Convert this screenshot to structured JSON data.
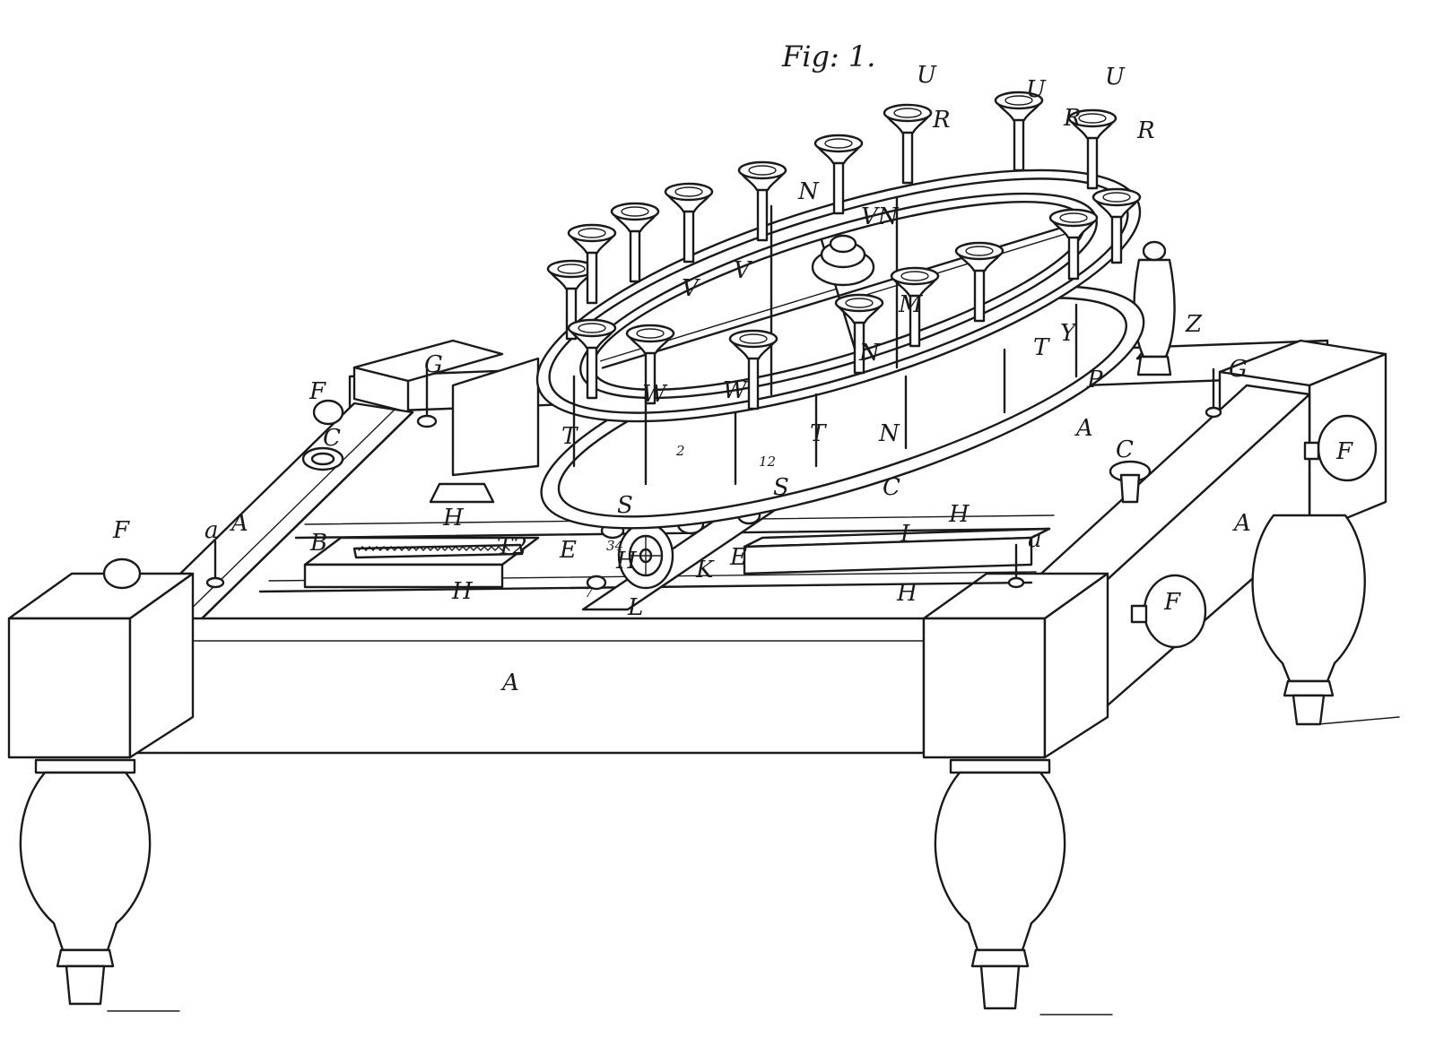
{
  "figure": {
    "title": "Fig: 1."
  },
  "labels": {
    "A": "A",
    "B": "B",
    "C": "C",
    "E": "E",
    "F": "F",
    "G": "G",
    "H": "H",
    "I": "I",
    "K": "K",
    "L": "L",
    "M": "M",
    "N": "N",
    "P": "P",
    "R": "R",
    "S": "S",
    "T": "T",
    "U": "U",
    "V": "V",
    "W": "W",
    "Y": "Y",
    "Z": "Z",
    "a": "a",
    "VN": "VN",
    "T2": "T2",
    "n2": "2",
    "n7": "7",
    "n12": "12",
    "n34": "34"
  }
}
